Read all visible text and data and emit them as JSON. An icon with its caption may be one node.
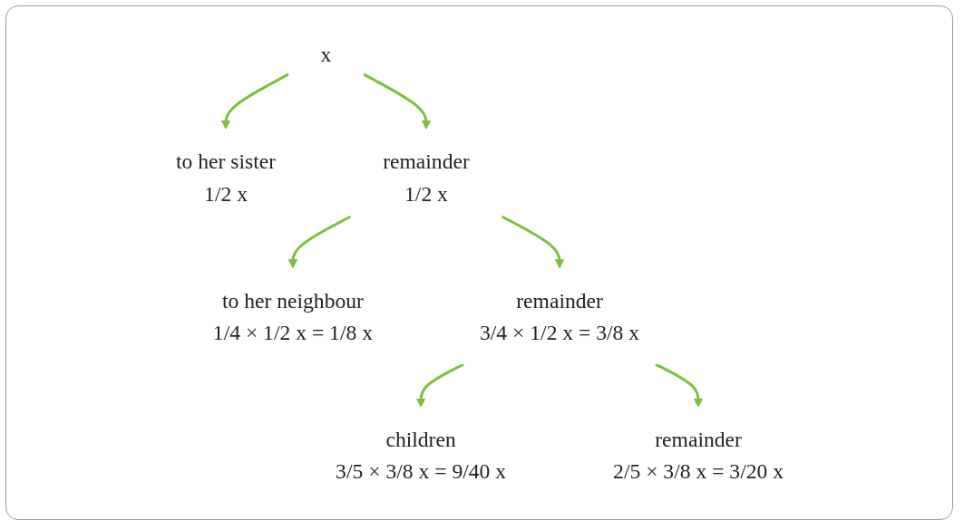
{
  "diagram": {
    "nodes": [
      {
        "text": [
          "x"
        ]
      },
      {
        "text": [
          "to her sister",
          "1/2 x"
        ]
      },
      {
        "text": [
          "remainder",
          "1/2 x"
        ]
      },
      {
        "text": [
          "to her neighbour",
          "1/4 × 1/2 x = 1/8 x"
        ]
      },
      {
        "text": [
          "remainder",
          "3/4 × 1/2 x = 3/8 x"
        ]
      },
      {
        "text": [
          "children",
          "3/5 × 3/8 x = 9/40 x"
        ]
      },
      {
        "text": [
          "remainder",
          "2/5 × 3/8 x = 3/20 x"
        ]
      }
    ],
    "edges": [
      {
        "from": 0,
        "to": 1,
        "arrow": "to"
      },
      {
        "from": 0,
        "to": 2,
        "arrow": "to"
      },
      {
        "from": 2,
        "to": 3,
        "arrow": "to"
      },
      {
        "from": 2,
        "to": 4,
        "arrow": "to"
      },
      {
        "from": 4,
        "to": 5,
        "arrow": "to"
      },
      {
        "from": 4,
        "to": 6,
        "arrow": "to"
      }
    ]
  }
}
